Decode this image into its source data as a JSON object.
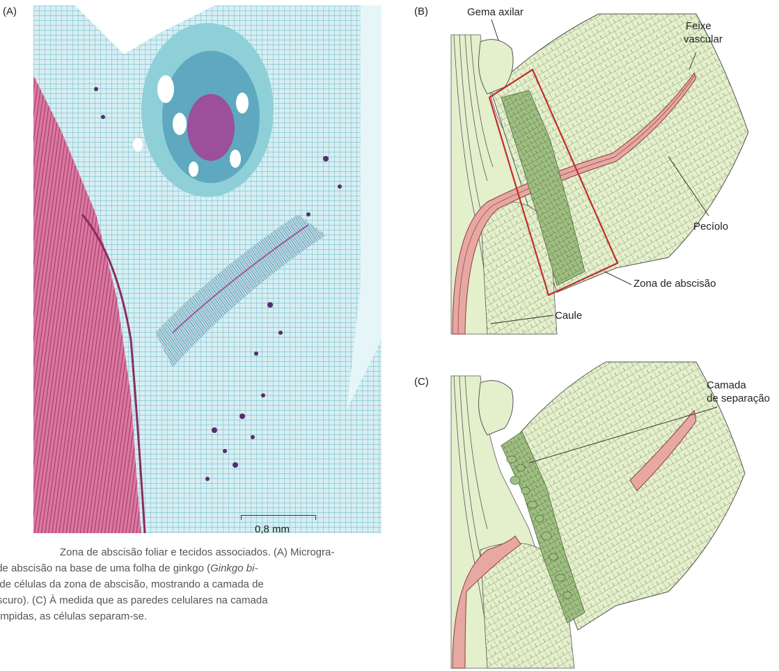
{
  "panels": {
    "a_label": "(A)",
    "b_label": "(B)",
    "c_label": "(C)"
  },
  "scale_bar": {
    "text": "0,8 mm"
  },
  "labels_b": {
    "gema_axilar": "Gema axilar",
    "feixe_line1": "Feixe",
    "feixe_line2": "vascular",
    "peciolo": "Pecíolo",
    "zona": "Zona de abscisão",
    "caule": "Caule"
  },
  "labels_c": {
    "camada_line1": "Camada",
    "camada_line2": "de separação"
  },
  "caption": {
    "line1": "Zona de abscisão foliar e tecidos associados. (A) Microgra-",
    "line2_a": "ona de abscisão na base de uma folha de ginkgo (",
    "line2_i": "Ginkgo bi-",
    "line3": "ama de células da zona de abscisão, mostrando a camada de",
    "line4": "de-escuro). (C) À medida que as paredes celulares na camada",
    "line5": "ão rompidas, as células separam-se."
  },
  "colors": {
    "tissue_pale": "#e4efcc",
    "abscission_zone": "#9fbf82",
    "vascular": "#e7a7a2",
    "box": "#c42a2a",
    "micro_magenta": "#c44f8a",
    "micro_cyan": "#7cc6d4"
  }
}
